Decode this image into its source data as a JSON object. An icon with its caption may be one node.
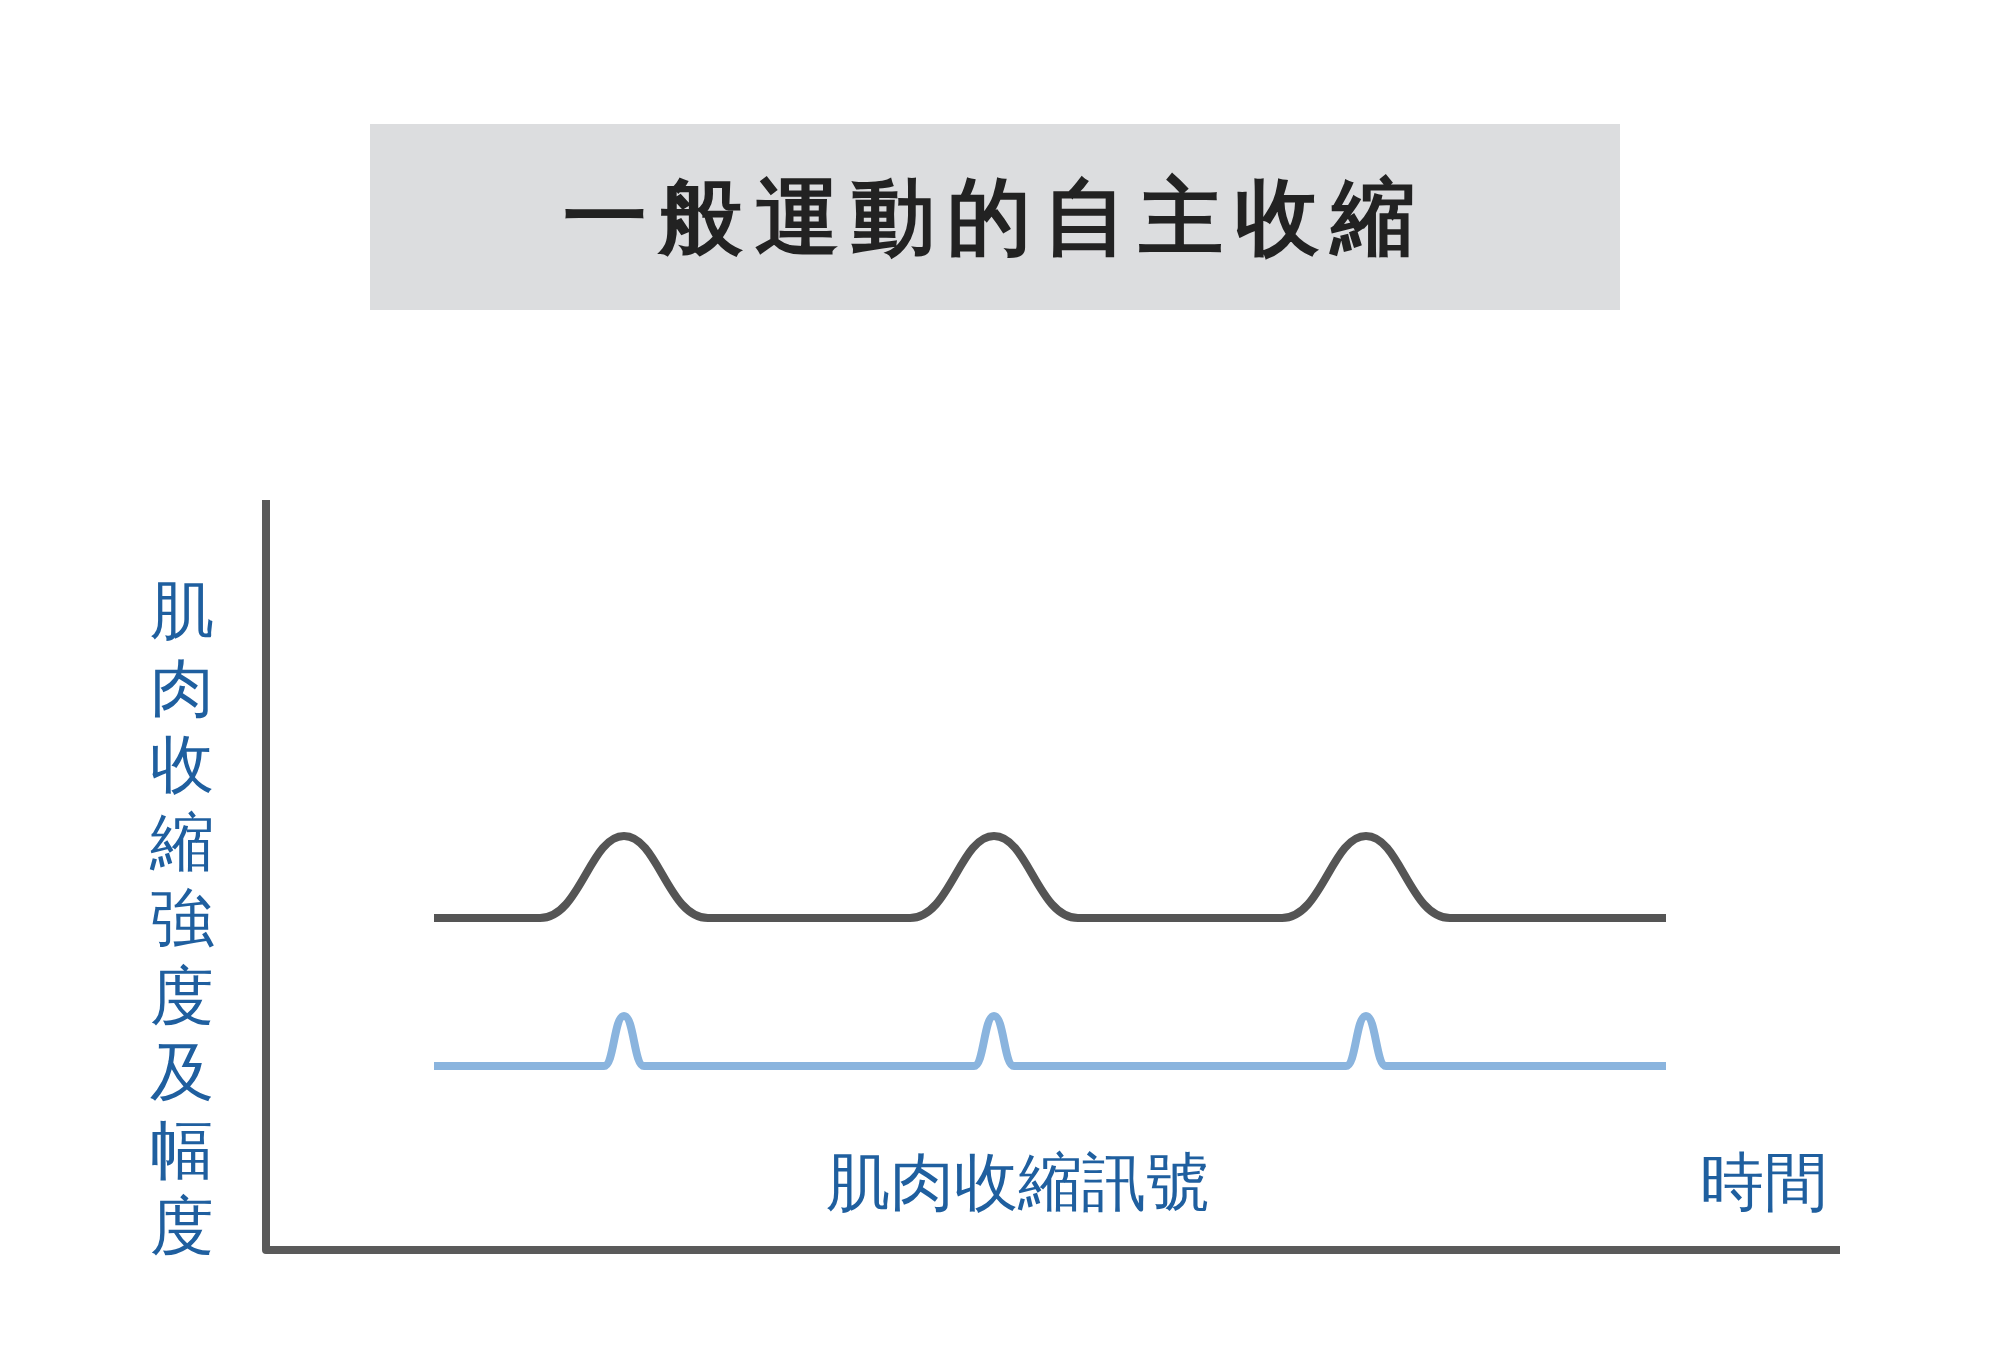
{
  "diagram": {
    "title": "一般運動的自主收縮",
    "labels": [
      "肌肉收縮強度及幅度",
      "肌肉收縮訊號",
      "時間"
    ]
  }
}
